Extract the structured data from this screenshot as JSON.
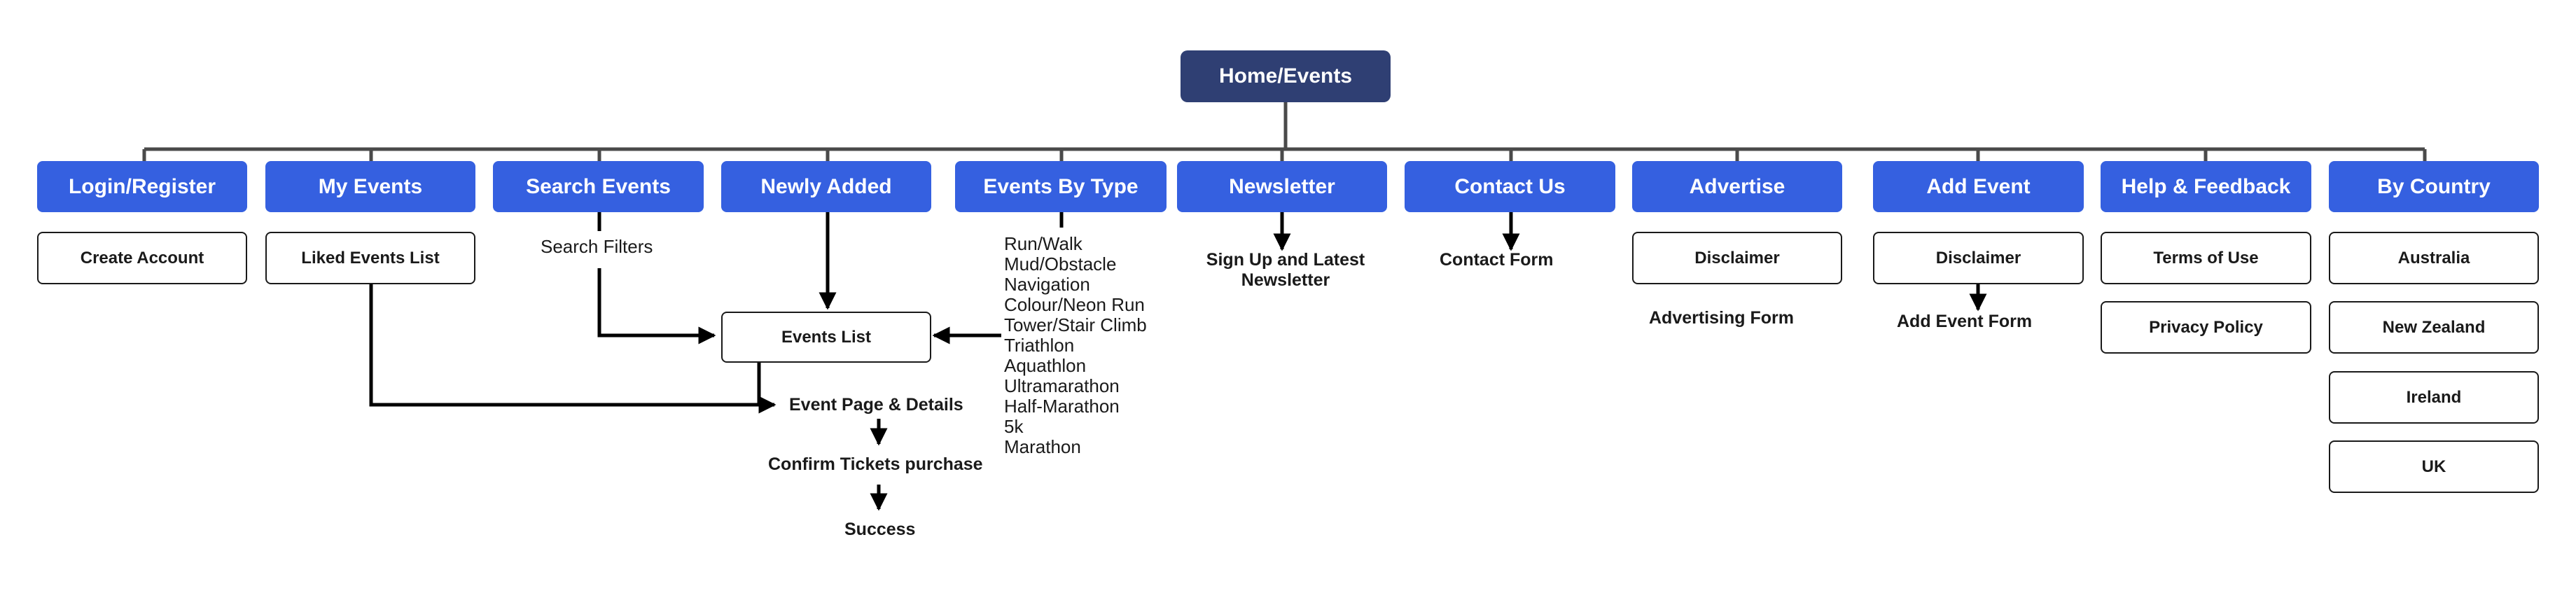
{
  "root": "Home/Events",
  "categories": {
    "login": "Login/Register",
    "my_events": "My Events",
    "search": "Search Events",
    "newly_added": "Newly Added",
    "by_type": "Events By Type",
    "newsletter": "Newsletter",
    "contact": "Contact Us",
    "advertise": "Advertise",
    "add_event": "Add Event",
    "help": "Help & Feedback",
    "by_country": "By Country"
  },
  "pages": {
    "create_account": "Create Account",
    "liked_events": "Liked Events List",
    "search_filters": "Search Filters",
    "events_list": "Events List",
    "event_page": "Event Page & Details",
    "confirm_tickets": "Confirm Tickets purchase",
    "success": "Success",
    "newsletter_signup": "Sign Up and Latest Newsletter",
    "contact_form": "Contact Form",
    "disclaimer_advertise": "Disclaimer",
    "advertising_form": "Advertising Form",
    "disclaimer_add_event": "Disclaimer",
    "add_event_form": "Add Event Form",
    "terms": "Terms of Use",
    "privacy": "Privacy Policy"
  },
  "event_types": [
    "Run/Walk",
    "Mud/Obstacle",
    "Navigation",
    "Colour/Neon Run",
    "Tower/Stair Climb",
    "Triathlon",
    "Aquathlon",
    "Ultramarathon",
    "Half-Marathon",
    "5k",
    "Marathon"
  ],
  "countries": [
    "Australia",
    "New Zealand",
    "Ireland",
    "UK"
  ],
  "colors": {
    "root": "#2f3f73",
    "category": "#3560e0",
    "line": "#000000",
    "bus": "#4a4a4a"
  }
}
